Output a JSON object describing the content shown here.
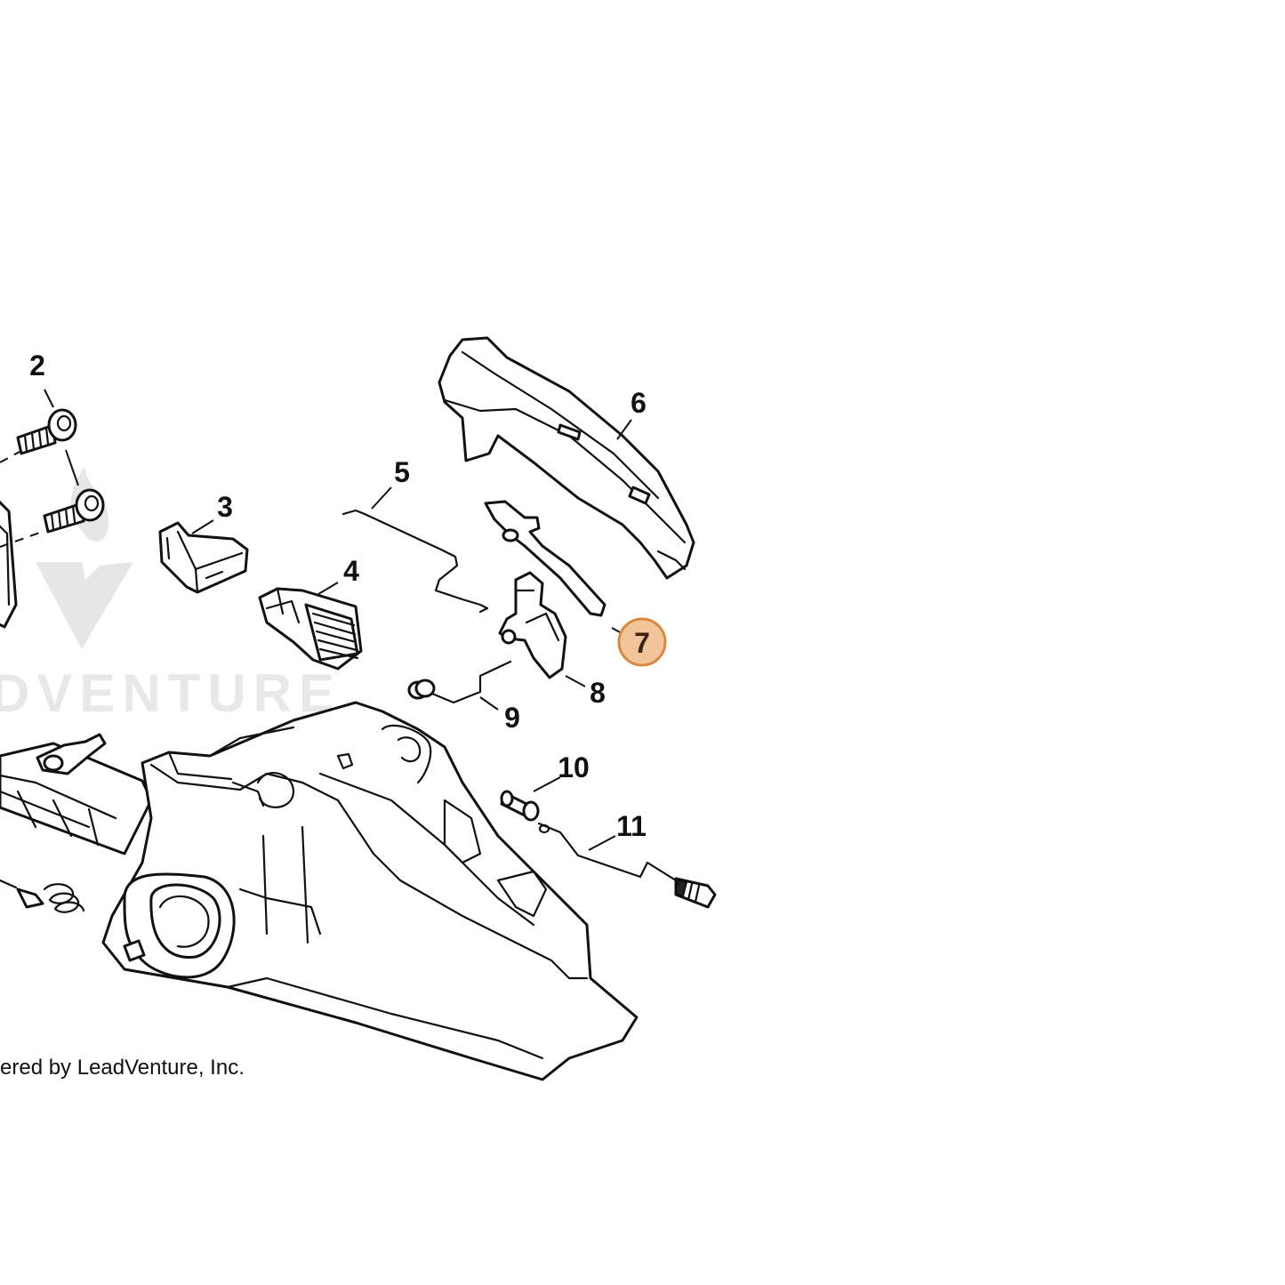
{
  "callouts": [
    {
      "label": "2"
    },
    {
      "label": "3"
    },
    {
      "label": "4"
    },
    {
      "label": "5"
    },
    {
      "label": "6"
    },
    {
      "label": "7",
      "highlighted": true
    },
    {
      "label": "8"
    },
    {
      "label": "9"
    },
    {
      "label": "10"
    },
    {
      "label": "11"
    }
  ],
  "watermark": {
    "text": "DVENTURE"
  },
  "credit": {
    "text": "ered by LeadVenture, Inc."
  },
  "colors": {
    "highlight_fill": "#f2c49a",
    "highlight_stroke": "#d9883e",
    "ink": "#111111",
    "watermark": "#e6e6e6"
  }
}
